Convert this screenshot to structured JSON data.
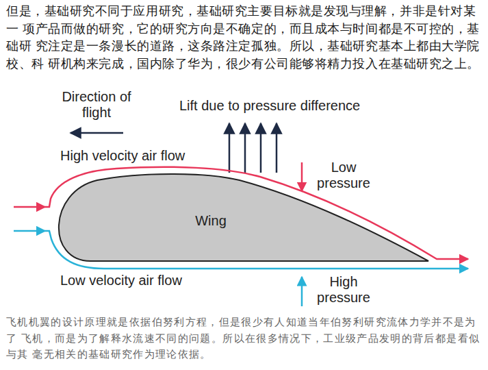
{
  "diagram": {
    "caption": "飞机机翼的设计原理就是依据伯努利方程，但是很少有人知道当年伯努利研究流体力学并不是为了 飞机，而是为了解释水流速不同的问题。所以在很多情况下，工业级产品发明的背后都是看似与其 毫无相关的基础研究作为理论依据。",
    "nodes": [
      {
        "text": [
          "Wing"
        ]
      }
    ],
    "labels": [
      "但是，基础研究不同于应用研究，基础研究主要目标就是发现与理解，并非是针对某一 项产品而做的研究，它的研究方向是不确定的，而且成本与时间都是不可控的，基础研 究注定是一条漫长的道路，这条路注定孤独。所以，基础研究基本上都由大学院校、科 研机构来完成，国内除了华为，很少有公司能够将精力投入在基础研究之上。",
      "Direction of flight",
      "Lift due to pressure difference",
      "High velocity air flow",
      "Low pressure",
      "Low velocity air flow",
      "High pressure"
    ]
  }
}
